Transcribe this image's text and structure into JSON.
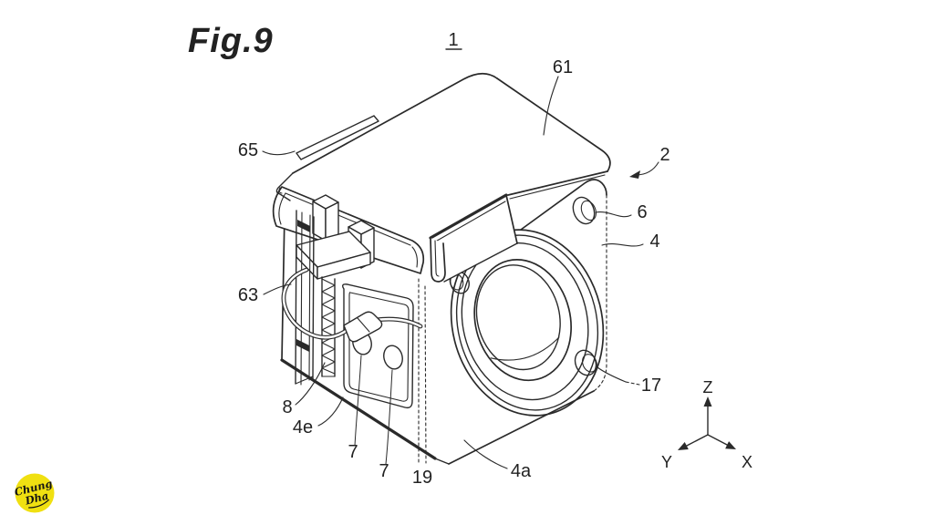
{
  "figure": {
    "title": "Fig.9",
    "assembly_ref": "1"
  },
  "callouts": {
    "c61": "61",
    "c65": "65",
    "c2": "2",
    "c6": "6",
    "c4": "4",
    "c63": "63",
    "c17": "17",
    "c8": "8",
    "c4e": "4e",
    "c7a": "7",
    "c7b": "7",
    "c19": "19",
    "c4a": "4a"
  },
  "axes": {
    "up": "Z",
    "left": "Y",
    "right": "X"
  },
  "watermark": {
    "line1": "Chung",
    "line2": "Dha",
    "bg_color": "#f0e011",
    "text_color": "#141414"
  },
  "canvas": {
    "background": "#ffffff",
    "line_color": "#2a2a2a"
  }
}
